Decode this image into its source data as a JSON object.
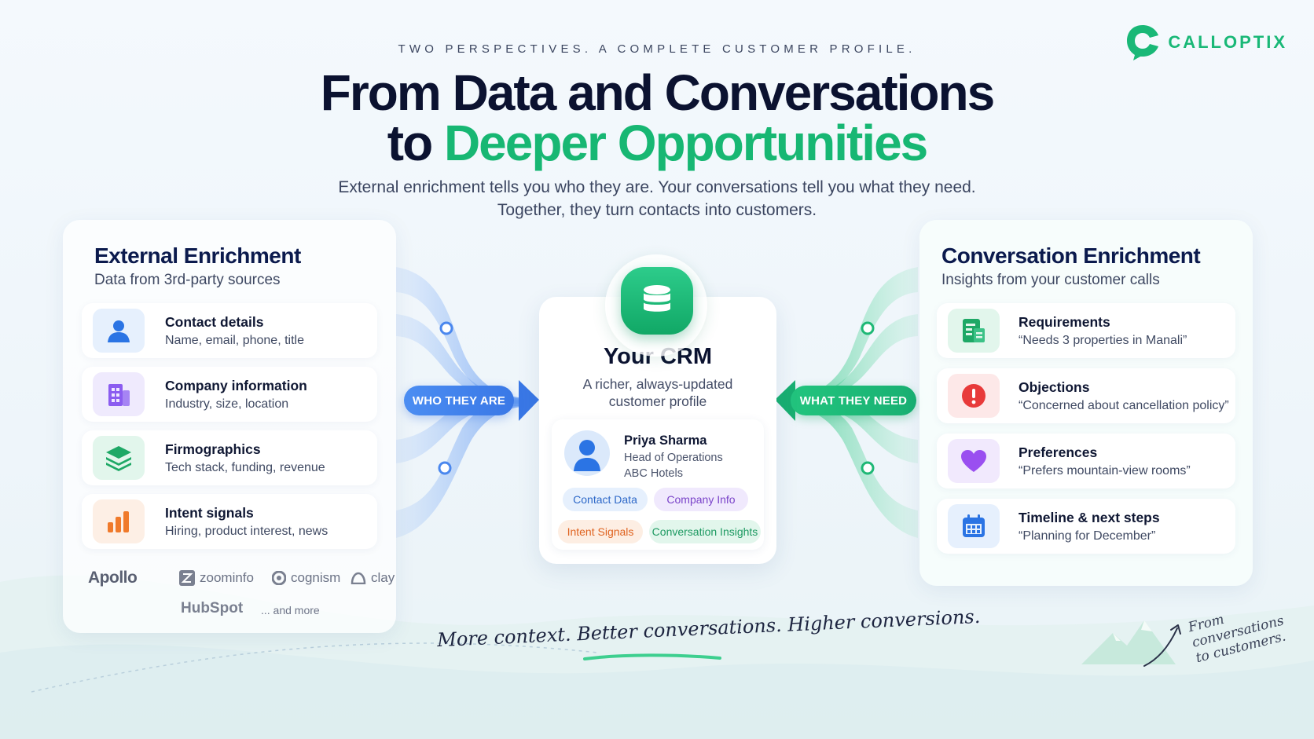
{
  "header": {
    "eyebrow": "TWO PERSPECTIVES. A COMPLETE CUSTOMER PROFILE.",
    "title_line1": "From Data and Conversations",
    "title_line2_prefix": "to ",
    "title_line2_highlight": "Deeper Opportunities",
    "subtitle_line1": "External enrichment tells you who they are. Your conversations tell you what they need.",
    "subtitle_line2": "Together, they turn contacts into customers."
  },
  "logo": {
    "text": "CALLOPTIX",
    "color": "#19b877"
  },
  "external": {
    "title": "External Enrichment",
    "subtitle": "Data from 3rd-party sources",
    "items": [
      {
        "title": "Contact details",
        "desc": "Name, email, phone, title",
        "icon": "person-icon"
      },
      {
        "title": "Company information",
        "desc": "Industry, size, location",
        "icon": "building-icon"
      },
      {
        "title": "Firmographics",
        "desc": "Tech stack, funding, revenue",
        "icon": "layers-icon"
      },
      {
        "title": "Intent signals",
        "desc": "Hiring, product interest, news",
        "icon": "bar-chart-icon"
      }
    ],
    "brands": [
      "Apollo",
      "zoominfo",
      "cognism",
      "clay",
      "HubSpot",
      "... and more"
    ]
  },
  "crm": {
    "title": "Your CRM",
    "subtitle_line1": "A richer, always-updated",
    "subtitle_line2": "customer profile",
    "profile": {
      "name": "Priya Sharma",
      "role": "Head of Operations",
      "company": "ABC Hotels"
    },
    "tags": [
      "Contact Data",
      "Company Info",
      "Intent Signals",
      "Conversation Insights"
    ]
  },
  "flows": {
    "left_label": "WHO THEY ARE",
    "right_label": "WHAT THEY NEED",
    "left_color": "#3a78e6",
    "right_color": "#19b072"
  },
  "conversation": {
    "title": "Conversation Enrichment",
    "subtitle": "Insights from your customer calls",
    "items": [
      {
        "title": "Requirements",
        "desc": "“Needs 3 properties in Manali”",
        "icon": "document-icon"
      },
      {
        "title": "Objections",
        "desc": "“Concerned about cancellation policy”",
        "icon": "alert-icon"
      },
      {
        "title": "Preferences",
        "desc": "“Prefers mountain-view rooms”",
        "icon": "heart-icon"
      },
      {
        "title": "Timeline & next steps",
        "desc": "“Planning for December”",
        "icon": "calendar-icon"
      }
    ]
  },
  "footer": {
    "tagline": "More context. Better conversations. Higher conversions.",
    "note_line1": "From",
    "note_line2": "conversations",
    "note_line3": "to customers."
  }
}
